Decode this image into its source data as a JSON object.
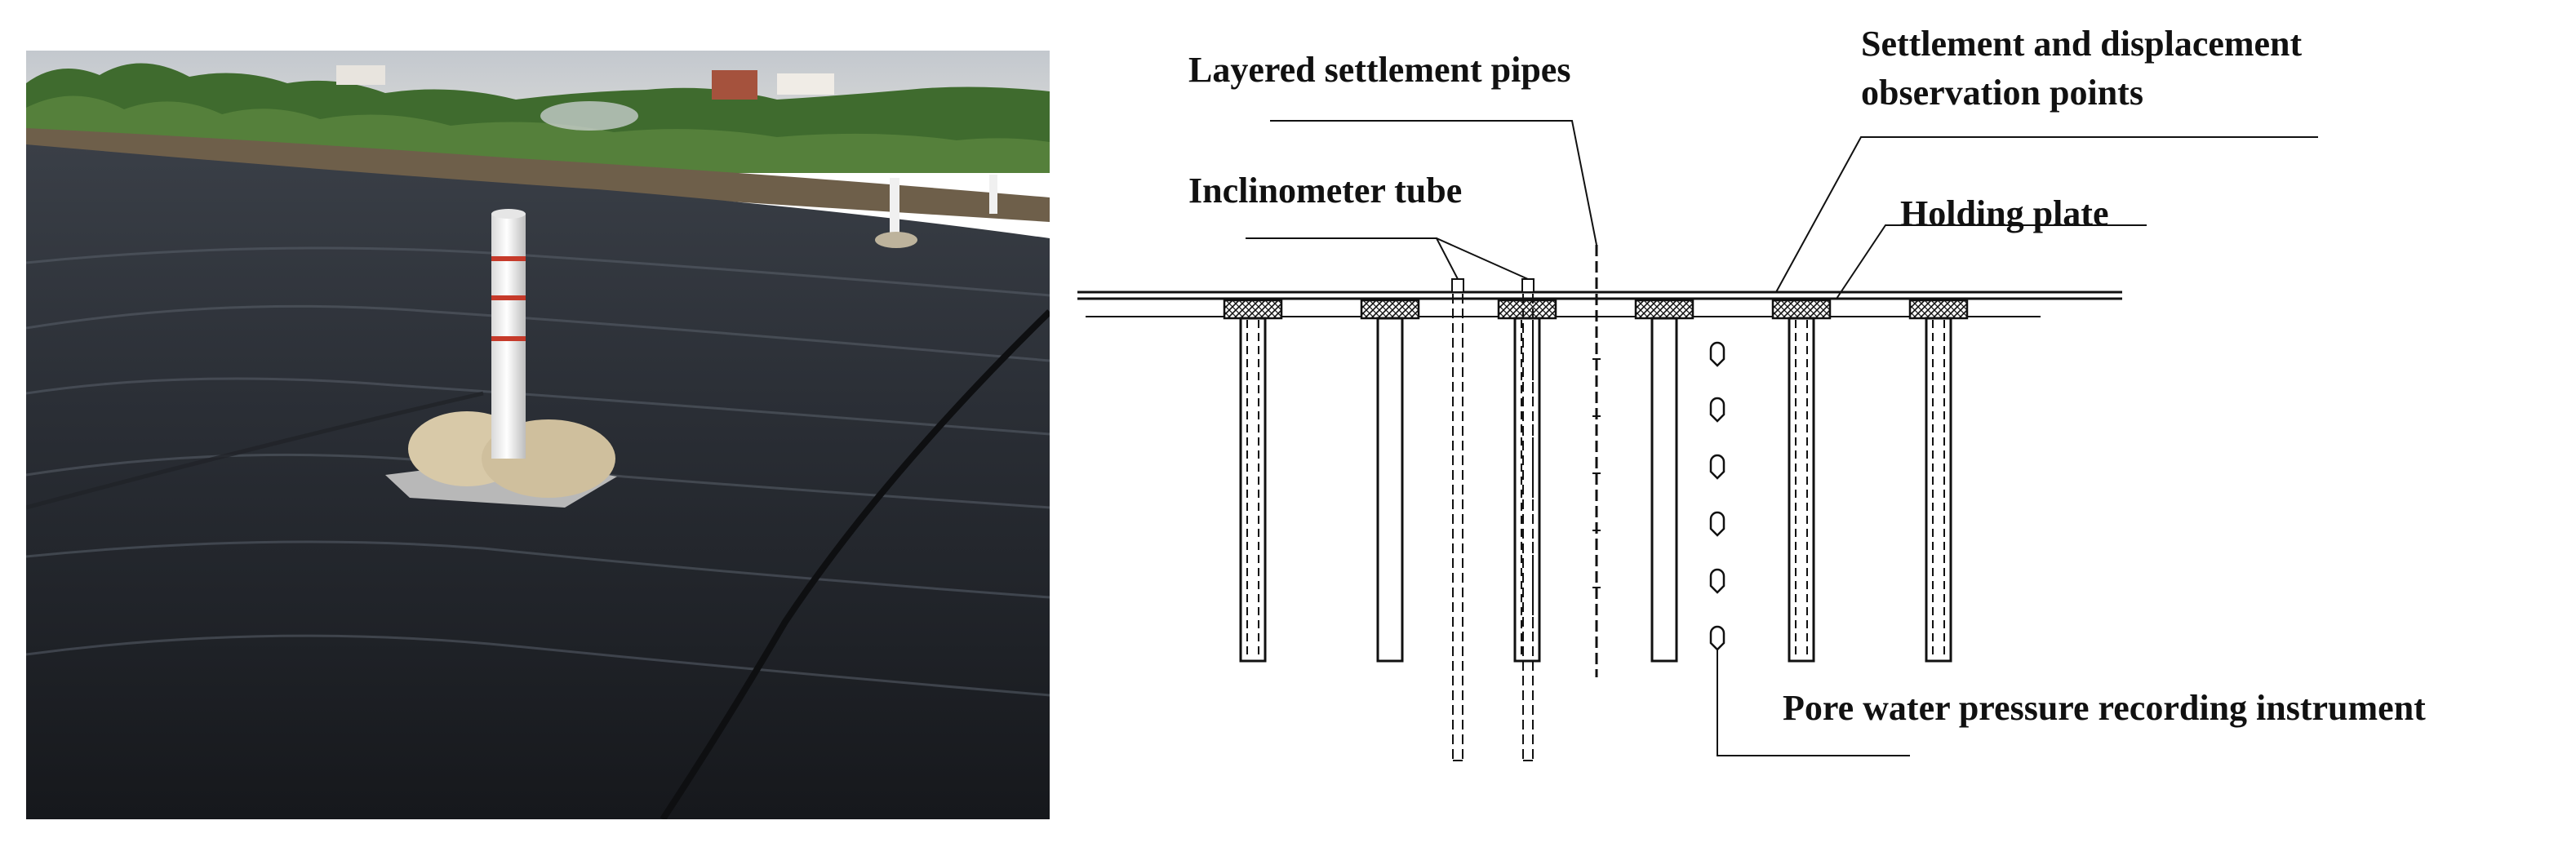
{
  "diagram": {
    "labels": {
      "layered_settlement_pipes": "Layered settlement pipes",
      "settlement_displacement_line1": "Settlement and displacement",
      "settlement_displacement_line2": "observation points",
      "inclinometer_tube": "Inclinometer tube",
      "holding_plate": "Holding plate",
      "pore_water_pressure_instrument": "Pore water pressure recording instrument"
    }
  },
  "colors": {
    "sky": "#c9ccd0",
    "vegetation": "#3f6b2e",
    "membrane_dark": "#1e2127",
    "membrane_light": "#4a5058",
    "pipe_white": "#f2f2f2",
    "pipe_red": "#c63a2a",
    "sandbag": "#d8c9a8",
    "line": "#111111"
  },
  "icons": {
    "pore_sensor": "capsule-sensor-icon",
    "pile_cap": "crosshatch-cap-icon"
  }
}
